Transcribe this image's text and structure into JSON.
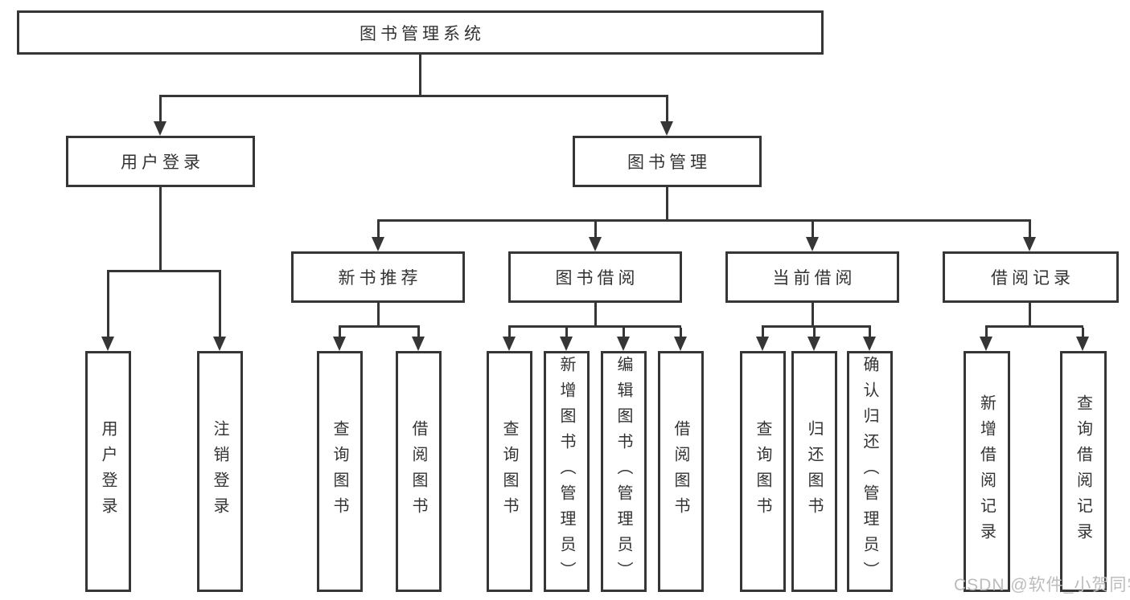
{
  "diagram_title": "图书管理系统",
  "watermark": "CSDN @软件_小贺同学",
  "colors": {
    "line": "#363636",
    "text": "#333333",
    "background": "#ffffff",
    "watermark": "#bcbcbc"
  },
  "nodes": {
    "root": "图书管理系统",
    "user_login": "用户登录",
    "book_management": "图书管理",
    "new_book_recommendation": "新书推荐",
    "book_borrowing": "图书借阅",
    "current_borrowing": "当前借阅",
    "borrowing_records": "借阅记录",
    "leaf_user_login": "用户登录",
    "leaf_logout": "注销登录",
    "leaf_search_books_1": "查询图书",
    "leaf_borrow_books_1": "借阅图书",
    "leaf_search_books_2": "查询图书",
    "leaf_add_book_admin": "新增图书（管理员）",
    "leaf_edit_book_admin": "编辑图书（管理员）",
    "leaf_borrow_books_2": "借阅图书",
    "leaf_search_books_3": "查询图书",
    "leaf_return_books": "归还图书",
    "leaf_confirm_return_admin": "确认归还（管理员）",
    "leaf_add_borrow_record": "新增借阅记录",
    "leaf_search_borrow_record": "查询借阅记录"
  },
  "hierarchy": {
    "root": "图书管理系统",
    "children": [
      {
        "label": "用户登录",
        "children": [
          "用户登录",
          "注销登录"
        ]
      },
      {
        "label": "图书管理",
        "children": [
          {
            "label": "新书推荐",
            "children": [
              "查询图书",
              "借阅图书"
            ]
          },
          {
            "label": "图书借阅",
            "children": [
              "查询图书",
              "新增图书（管理员）",
              "编辑图书（管理员）",
              "借阅图书"
            ]
          },
          {
            "label": "当前借阅",
            "children": [
              "查询图书",
              "归还图书",
              "确认归还（管理员）"
            ]
          },
          {
            "label": "借阅记录",
            "children": [
              "新增借阅记录",
              "查询借阅记录"
            ]
          }
        ]
      }
    ]
  }
}
